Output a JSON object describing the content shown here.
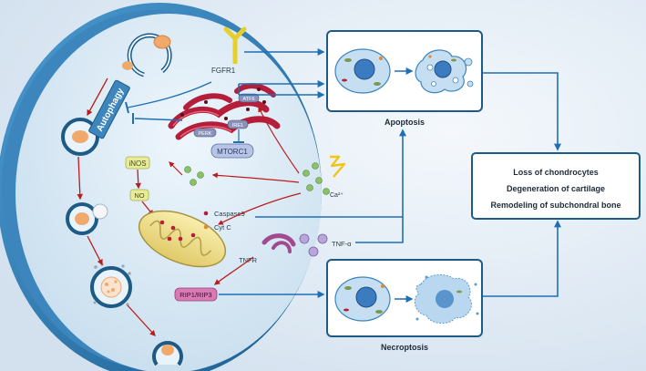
{
  "labels": {
    "autophagy": "Autophagy",
    "fgfr1": "FGFR1",
    "mtorc1": "MTORC1",
    "perk": "PERK",
    "ire1": "IRE1",
    "atf6": "ATF6",
    "inos": "iNOS",
    "no": "NO",
    "caspase9": "Caspase9",
    "cytc": "Cyt C",
    "ca": "Ca²⁺",
    "tnfa": "TNF-α",
    "tnfr": "TNFR",
    "rip": "RIP1/RIP3",
    "apoptosis": "Apoptosis",
    "necroptosis": "Necroptosis"
  },
  "outcomes": [
    "Loss of chondrocytes",
    "Degeneration of cartilage",
    "Remodeling of subchondral bone"
  ],
  "colors": {
    "arrow_blue": "#1f6fb5",
    "arrow_red": "#b81d1d",
    "cell_border": "#1d5b86",
    "er": "#b51e3a"
  }
}
